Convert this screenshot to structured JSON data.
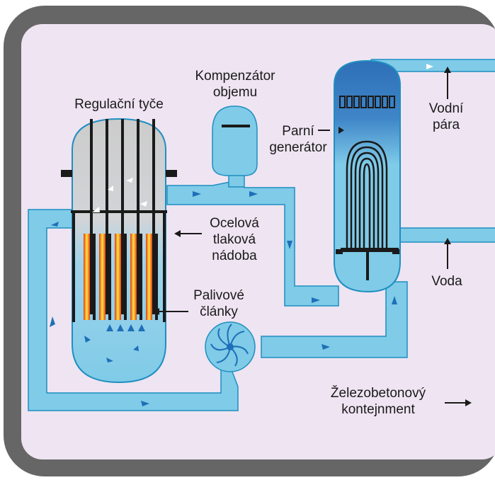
{
  "colors": {
    "containment_wall": "#666666",
    "containment_interior": "#efe4f2",
    "coolant": "#7fcbe8",
    "coolant_outline": "#1f8fc0",
    "reactor_top_gray": "#cccccc",
    "generator_top_blue": "#2e6fb7",
    "fuel_hot": "#e53c1c",
    "fuel_core": "#f8e84a",
    "rods": "#1a1a1a",
    "arrows": "#1e6fb8"
  },
  "labels": {
    "control_rods": "Regulační tyče",
    "pressurizer": [
      "Kompenzátor",
      "objemu"
    ],
    "steam_generator": [
      "Parní",
      "generátor"
    ],
    "pressure_vessel": [
      "Ocelová",
      "tlaková",
      "nádoba"
    ],
    "fuel_elements": [
      "Palivové",
      "články"
    ],
    "steam": [
      "Vodní",
      "pára"
    ],
    "water": "Voda",
    "containment": [
      "Železobetonový",
      "kontejnment"
    ]
  }
}
